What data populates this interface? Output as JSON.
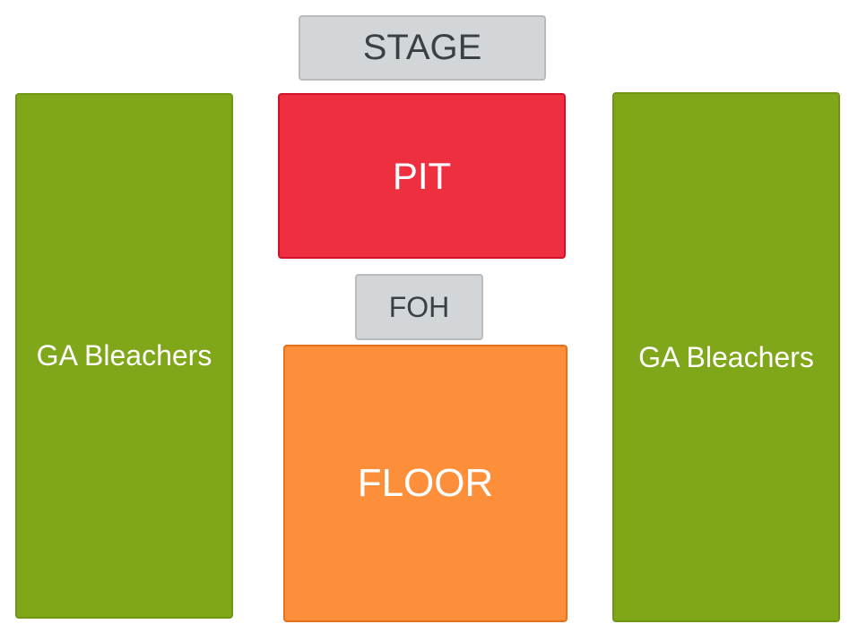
{
  "sections": {
    "stage": {
      "label": "STAGE",
      "color": "#d3d6d8"
    },
    "pit": {
      "label": "PIT",
      "color": "#ee2f40"
    },
    "foh": {
      "label": "FOH",
      "color": "#d3d6d8"
    },
    "floor": {
      "label": "FLOOR",
      "color": "#fe8f3a"
    },
    "ga_left": {
      "label": "GA Bleachers",
      "color": "#80a71a"
    },
    "ga_right": {
      "label": "GA Bleachers",
      "color": "#80a71a"
    }
  }
}
